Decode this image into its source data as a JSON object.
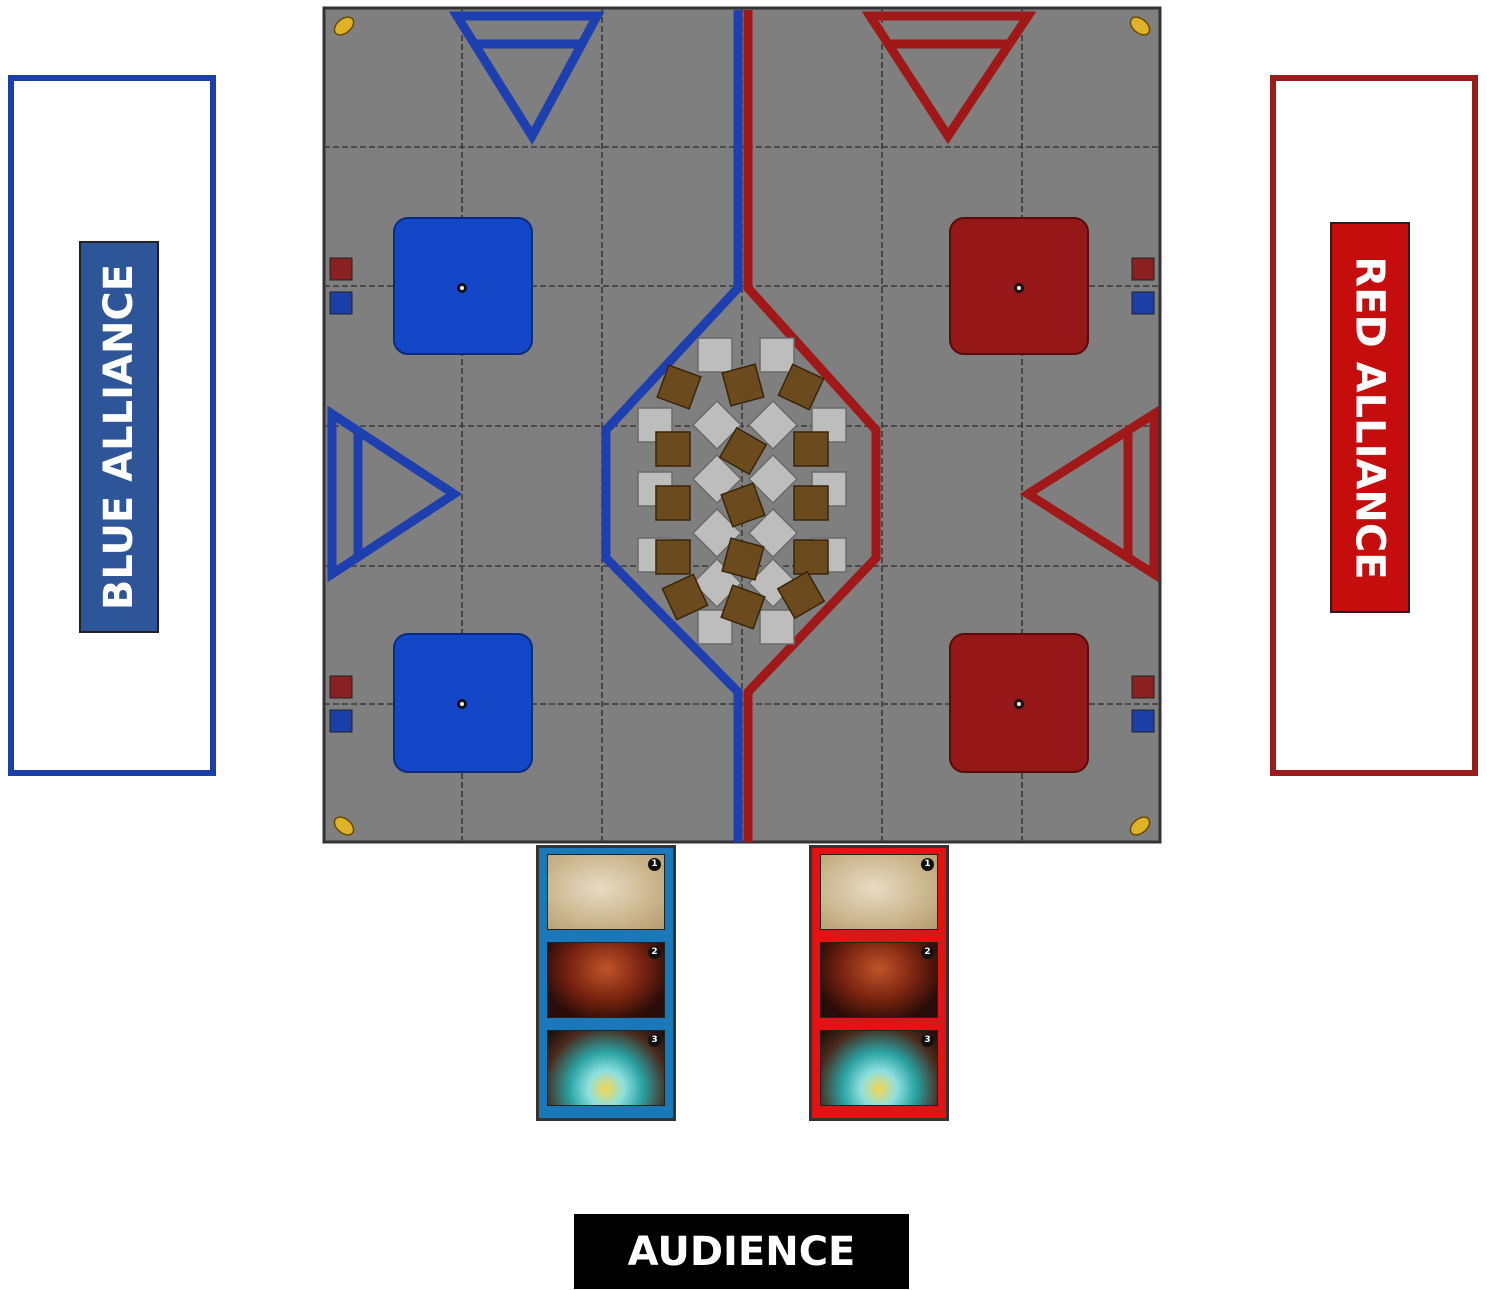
{
  "labels": {
    "blue_alliance": "BLUE ALLIANCE",
    "red_alliance": "RED ALLIANCE",
    "audience": "AUDIENCE"
  },
  "colors": {
    "blue": "#1a3fa8",
    "blue_label_bg": "#2d5597",
    "red": "#9a1c1c",
    "red_label_bg": "#c50d0d",
    "field_tile": "#7f7f7f",
    "minerals_gold": "#6b4a1e",
    "minerals_silver": "#b9b9b9"
  },
  "panels": {
    "blue": {
      "cards": [
        "1",
        "2",
        "3"
      ]
    },
    "red": {
      "cards": [
        "1",
        "2",
        "3"
      ]
    }
  }
}
